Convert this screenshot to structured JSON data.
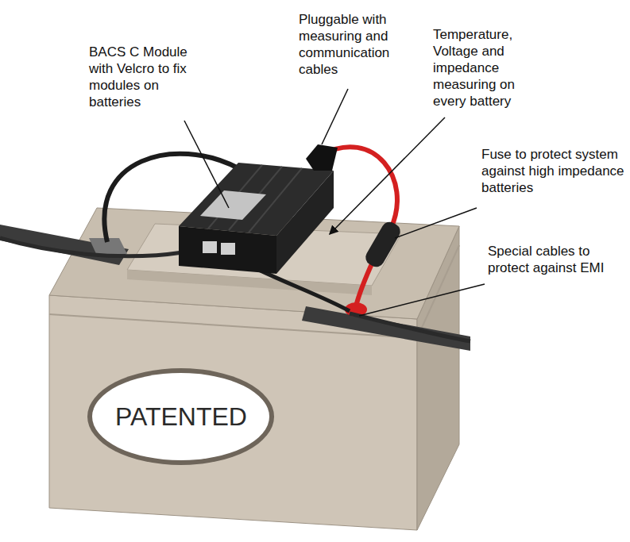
{
  "diagram": {
    "nodes": [
      {
        "text": [
          "PATENTED"
        ]
      }
    ],
    "labels": [
      "BACS C Module with Velcro to fix modules on batteries",
      "Pluggable with measuring and communication cables",
      "Temperature, Voltage and impedance measuring on every battery",
      "Fuse to protect system against high impedance batteries",
      "Special cables to protect against EMI"
    ]
  }
}
